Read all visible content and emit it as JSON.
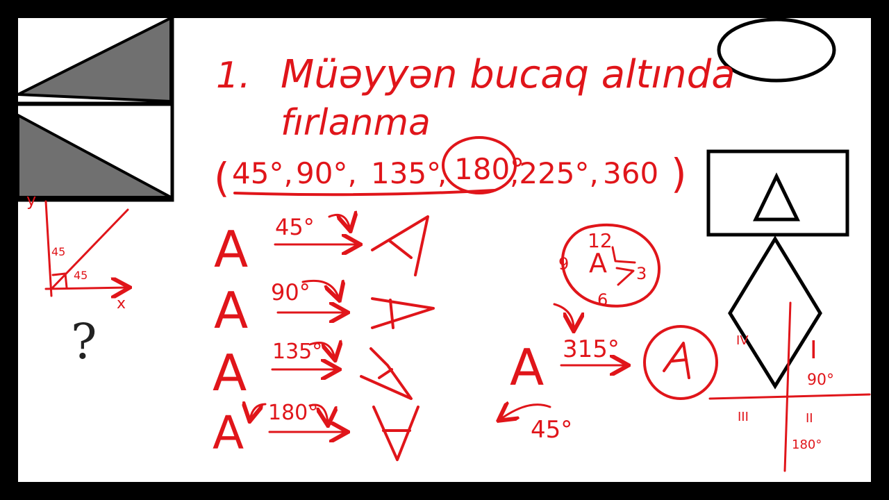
{
  "title": {
    "number": "1.",
    "line1": "Müəyyən bucaq altında",
    "line2": "fırlanma"
  },
  "angles_list": {
    "open": "(",
    "items": [
      "45°,",
      "90°,",
      "135°",
      ",",
      "180°",
      ",225°,",
      "360"
    ],
    "close": ")"
  },
  "rotations": [
    {
      "letter": "A",
      "angle": "45°"
    },
    {
      "letter": "A",
      "angle": "90°"
    },
    {
      "letter": "A",
      "angle": "135°"
    },
    {
      "letter": "A",
      "angle": "180°"
    }
  ],
  "axes_sketch": {
    "y": "y",
    "x": "x",
    "a1": "45",
    "a2": "45"
  },
  "question_mark": "?",
  "clock": {
    "n12": "12",
    "n3": "3",
    "n6": "6",
    "n9": "9",
    "center": "A"
  },
  "rotation_315": {
    "letter": "A",
    "angle": "315°",
    "ccw_angle": "45°",
    "result": "A"
  },
  "quadrants": {
    "q1": "I",
    "q1_angle": "90°",
    "q2": "IV",
    "q3": "III",
    "q4": "II",
    "q4_angle": "180°"
  }
}
